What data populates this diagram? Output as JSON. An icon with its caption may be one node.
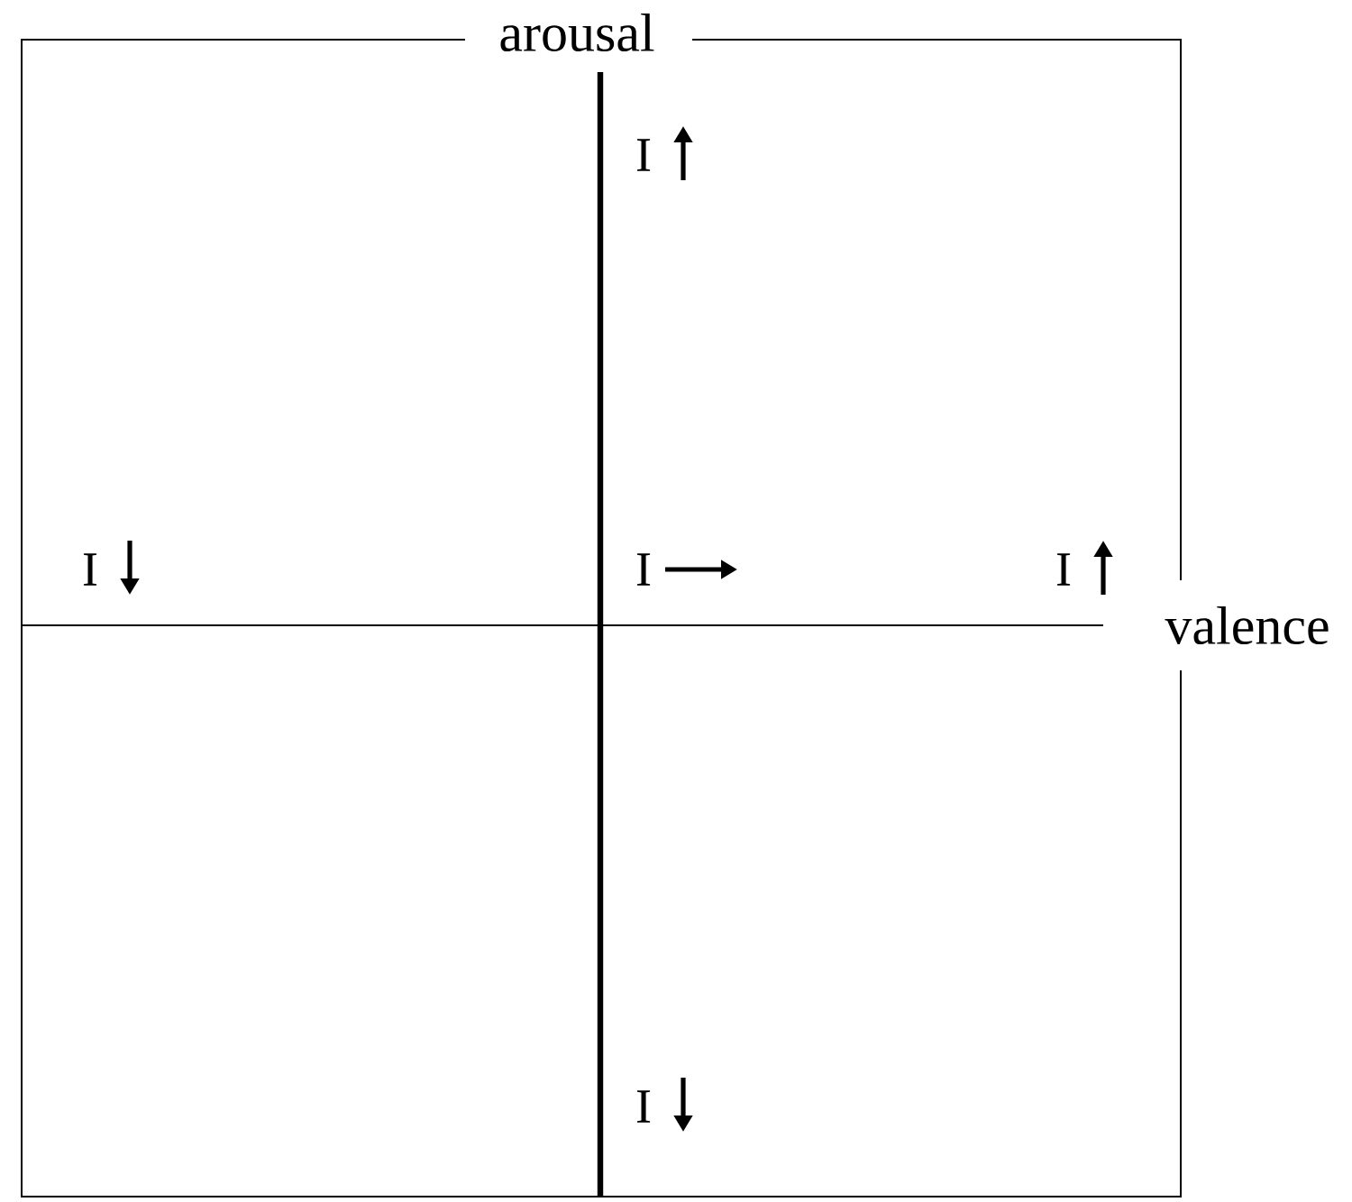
{
  "diagram": {
    "labels": [
      "arousal",
      "I",
      "I",
      "I",
      "I",
      "valence",
      "I"
    ]
  }
}
